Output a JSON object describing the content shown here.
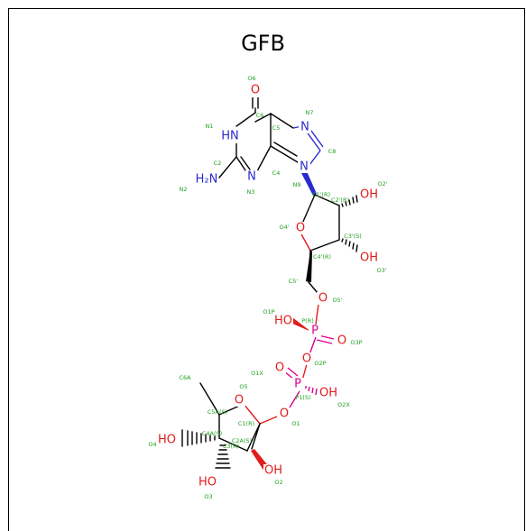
{
  "title": "GFB",
  "atoms": {
    "O6": "O",
    "N1": "HN",
    "N7": "N",
    "N9": "N",
    "N3": "N",
    "N2": "H₂N",
    "O2p": "OH",
    "O3p": "OH",
    "O4p": "O",
    "O5p": "O",
    "PB_OH": "HO",
    "O3P": "O",
    "O2P": "O",
    "O1X": "O",
    "PA_OH": "OH",
    "O1": "O",
    "O5": "O",
    "O4": "HO",
    "O3": "HO",
    "O2": "OH",
    "PB": "P",
    "PA": "P"
  },
  "labels": {
    "O6": "O6",
    "C6": "C6",
    "N1": "N1",
    "C5": "C5",
    "N7": "N7",
    "C8": "C8",
    "C2": "C2",
    "C4": "C4",
    "N9": "N9",
    "N2": "N2",
    "N3": "N3",
    "C1p": "C1'(R)",
    "C2p": "C2'(R)",
    "O2p": "O2'",
    "O4p": "O4'",
    "C3p": "C3'(S)",
    "C4p": "C4'(R)",
    "O3p": "O3'",
    "C5p": "C5'",
    "O5p": "O5'",
    "O1P": "O1P",
    "PB": "P(R)",
    "O3P": "O3P",
    "O2P": "O2P",
    "C6A": "C6A",
    "O1X": "O1X",
    "O5": "O5",
    "PA": "P1(S)",
    "O2X": "O2X",
    "C5A": "C5A(S)",
    "C1": "C1(R)",
    "O1": "O1",
    "C4A": "C4A(S)",
    "C2A": "C2A(S)",
    "C3": "C3(R)",
    "O4": "O4",
    "O3": "O3",
    "O2": "O2"
  }
}
